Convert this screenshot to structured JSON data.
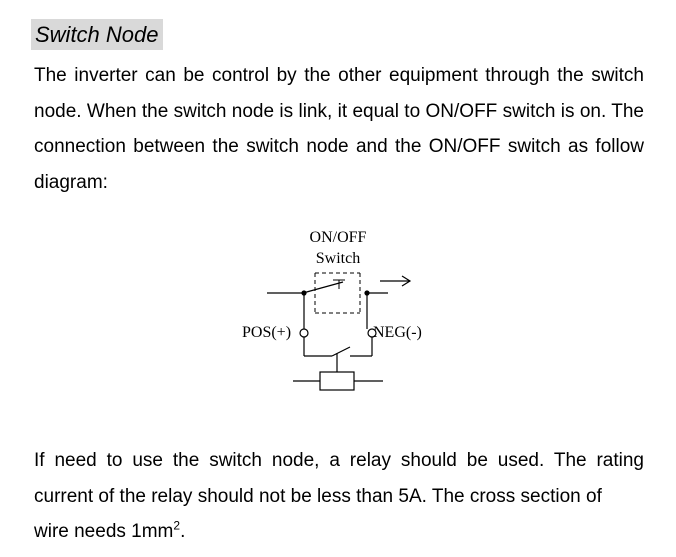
{
  "section": {
    "title": "Switch Node"
  },
  "intro": {
    "text": "The inverter can be control by the other equipment through the switch node. When the switch node is link, it equal to ON/OFF switch is on. The connection between the switch node and the ON/OFF switch as follow diagram:"
  },
  "diagram": {
    "switch_label_line1": "ON/OFF",
    "switch_label_line2": "Switch",
    "pos_label": "POS(+)",
    "neg_label": "NEG(-)"
  },
  "note": {
    "text_main": "If need to use the switch node, a relay should be used. The rating current of the relay should not be less than 5A. The cross section of",
    "text_last": "wire needs 1mm",
    "text_sup": "2",
    "text_end": "."
  }
}
